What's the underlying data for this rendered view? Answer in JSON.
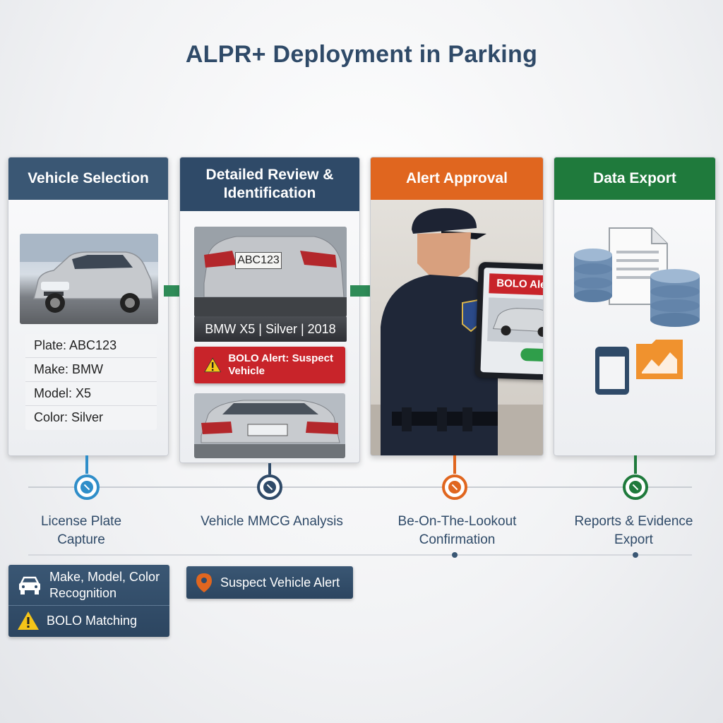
{
  "title": "ALPR+ Deployment in Parking",
  "panels": [
    {
      "header": "Vehicle Selection",
      "color": "#3a5774"
    },
    {
      "header": "Detailed Review & Identification",
      "color": "#2f4a68"
    },
    {
      "header": "Alert Approval",
      "color": "#e0661f"
    },
    {
      "header": "Data Export",
      "color": "#1f7a3c"
    }
  ],
  "vehicle_selection": {
    "fields": [
      "Plate: ABC123",
      "Make: BMW",
      "Model: X5",
      "Color: Silver"
    ]
  },
  "review": {
    "plate_text": "ABC123",
    "caption": "BMW X5 | Silver | 2018",
    "bolo_text": "BOLO Alert: Suspect Vehicle"
  },
  "alert_approval": {
    "tablet_header": "BOLO Alert"
  },
  "timeline": [
    {
      "label": "License Plate Capture",
      "color": "#2f8ec9"
    },
    {
      "label": "Vehicle MMCG Analysis",
      "color": "#2f4a68"
    },
    {
      "label": "Be-On-The-Lookout Confirmation",
      "color": "#e0661f"
    },
    {
      "label": "Reports & Evidence Export",
      "color": "#1f7a3c"
    }
  ],
  "features": {
    "box1": [
      "Make, Model, Color Recognition",
      "BOLO Matching"
    ],
    "box2": [
      "Suspect Vehicle Alert"
    ]
  },
  "icons": [
    "car-front-icon",
    "warning-icon",
    "location-pin-icon",
    "database-icon",
    "document-icon",
    "folder-chart-icon",
    "arrow-right-icon"
  ]
}
